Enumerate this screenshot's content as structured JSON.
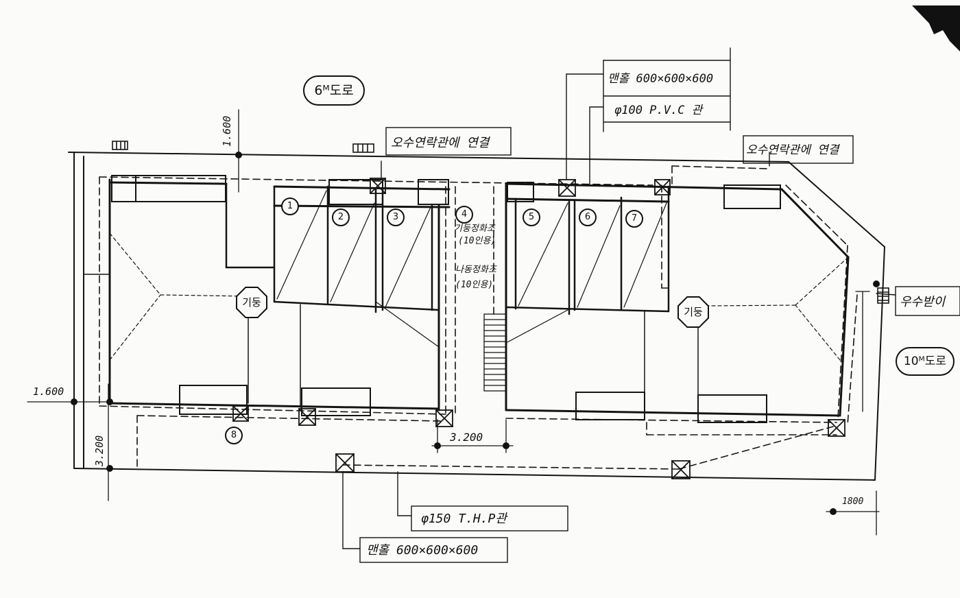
{
  "labels": {
    "road_6m": "6ᴹ도로",
    "road_10m": "10ᴹ도로",
    "connect_left": "오수연락관에 연결",
    "connect_right": "오수연락관에 연결",
    "rain_receiver": "우수받이",
    "manhole_top": "맨홀 600×600×600",
    "pvc_pipe": "φ100 P.V.C 관",
    "thp_pipe": "φ150 T.H.P관",
    "manhole_bottom": "맨홀 600×600×600",
    "pillar_left": "기둥",
    "pillar_right": "기둥",
    "center_note_1": "기둥정화조",
    "center_note_2": "(10인용)",
    "center_note_3": "나동정화조",
    "center_note_4": "(10인용)"
  },
  "dimensions": {
    "top": "1.600",
    "left": "1.600",
    "left_lower": "3.200",
    "stair_gap": "3.200",
    "bottom_right": "1800"
  },
  "rooms": [
    "1",
    "2",
    "3",
    "4",
    "5",
    "6",
    "7",
    "8"
  ]
}
